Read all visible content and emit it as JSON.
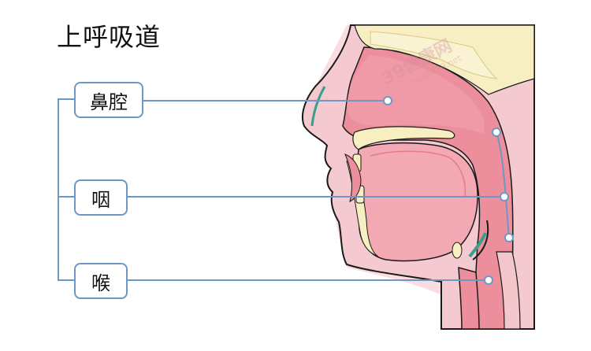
{
  "title": "上呼吸道",
  "labels": {
    "nasal": "鼻腔",
    "pharynx": "咽",
    "larynx": "喉"
  },
  "watermark": {
    "main": "39健康网",
    "sub": "health39.net"
  },
  "colors": {
    "line": "#6f97c6",
    "tissue_outer": "#f3c6cc",
    "tissue_inner": "#ec8e9c",
    "bone": "#f7efc2",
    "outline": "#1a1a1a"
  }
}
